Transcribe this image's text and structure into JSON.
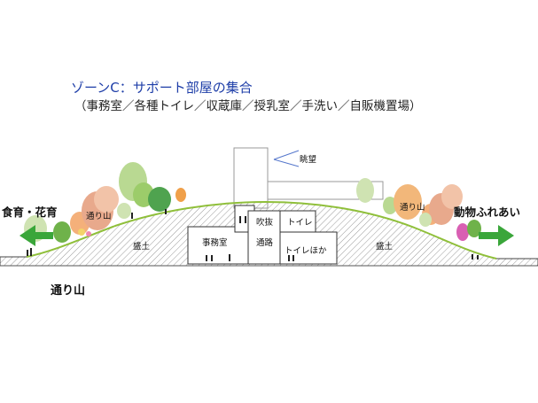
{
  "title": "ゾーンC：サポート部屋の集合",
  "subtitle": "（事務室／各種トイレ／収蔵庫／授乳室／手洗い／自販機置場）",
  "labels": {
    "view": "眺望",
    "fukinuki": "吹抜",
    "toilet": "トイレ",
    "tsuro": "通路",
    "toilet_other": "トイレほか",
    "jimushitsu": "事務室",
    "morido_left": "盛土",
    "morido_right": "盛土",
    "toriyama_left": "通り山",
    "toriyama_right": "通り山"
  },
  "left_destination": "食育・花育",
  "right_destination": "動物ふれあい",
  "bottom_caption": "通り山",
  "colors": {
    "title_blue": "#1e3ea8",
    "arrow_green": "#3aa63a",
    "hatch": "#9a9a9a"
  }
}
